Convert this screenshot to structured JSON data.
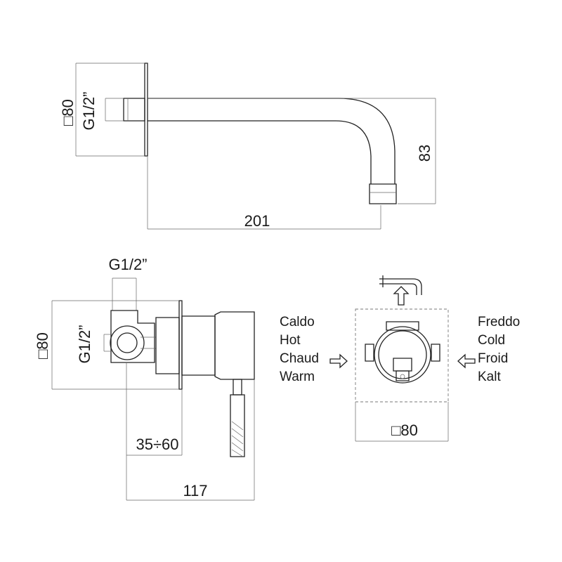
{
  "spout_view": {
    "plate_size": "□80",
    "thread": "G1/2”",
    "height": "83",
    "length": "201"
  },
  "mixer_view": {
    "thread_top": "G1/2”",
    "plate_size": "□80",
    "thread_side": "G1/2”",
    "depth_range": "35÷60",
    "length": "117"
  },
  "front_view": {
    "hot_labels": [
      "Caldo",
      "Hot",
      "Chaud",
      "Warm"
    ],
    "cold_labels": [
      "Freddo",
      "Cold",
      "Froid",
      "Kalt"
    ],
    "plate_size": "□80"
  }
}
